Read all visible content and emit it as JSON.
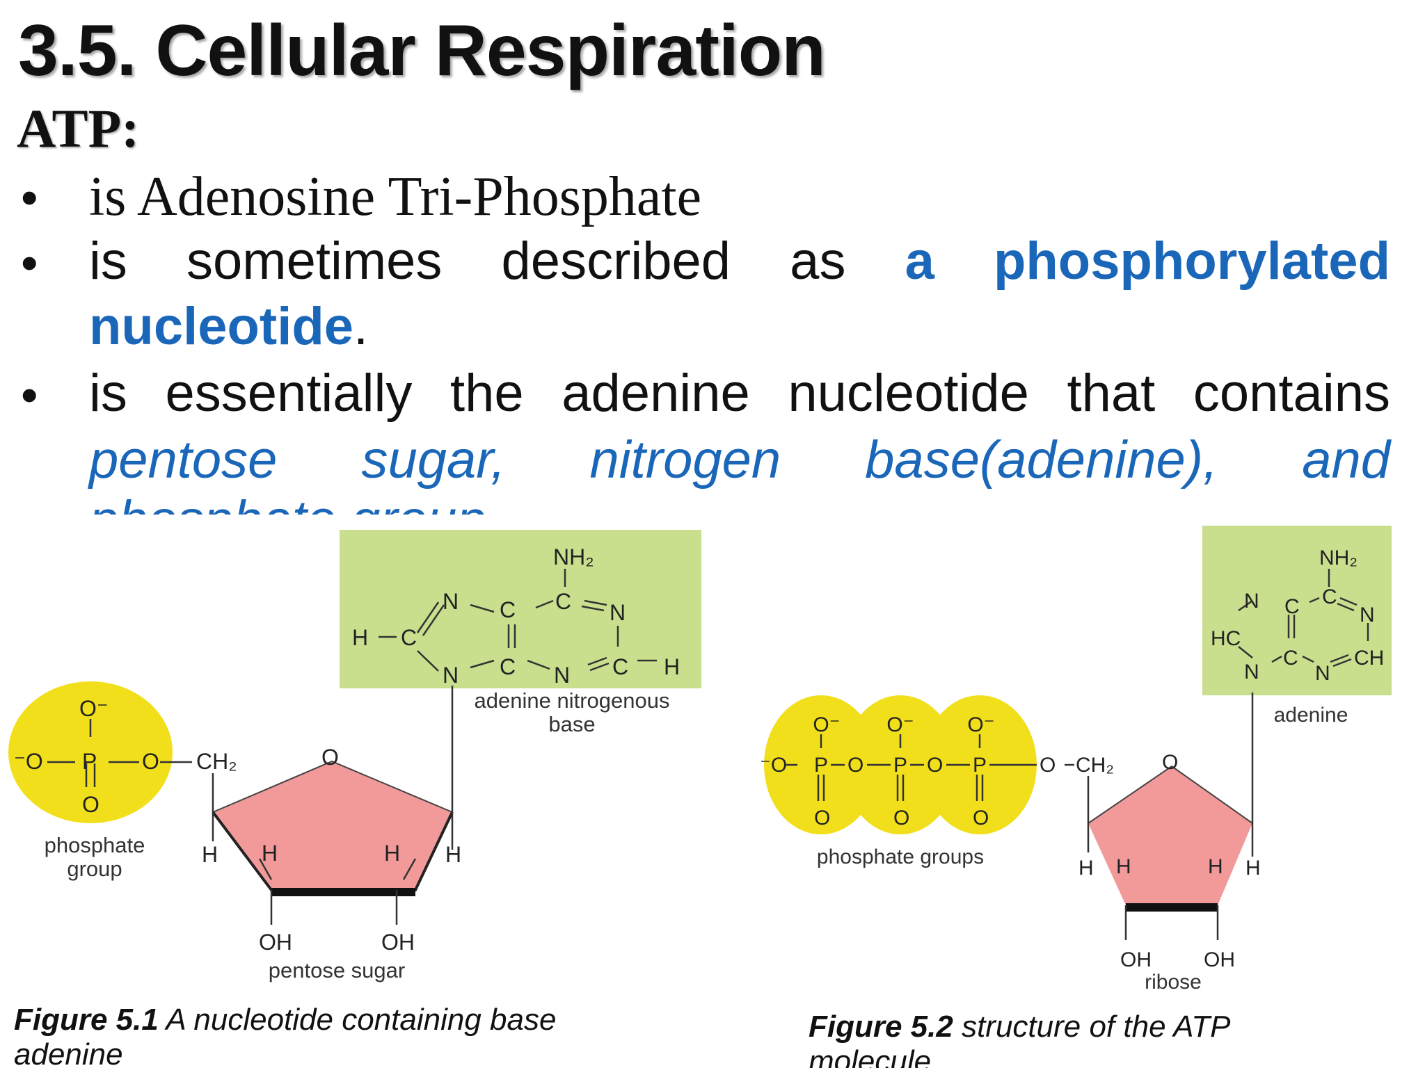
{
  "title": "3.5. Cellular Respiration",
  "subtitle": "ATP:",
  "bullet_symbol": "•",
  "bullets": {
    "b1": "is Adenosine Tri-Phosphate",
    "b2_words": [
      "is",
      "sometimes",
      "described",
      "as"
    ],
    "b2_highlight": [
      "a",
      "phosphorylated"
    ],
    "b2_line2_highlight": "nucleotide",
    "b2_line2_end": ".",
    "b3_words": [
      "is",
      "essentially",
      "the",
      "adenine",
      "nucleotide",
      "that",
      "contains"
    ],
    "b3_line2": [
      "pentose",
      "sugar,",
      "nitrogen",
      "base(adenine),",
      "and"
    ],
    "b3_line3": "phosphate group"
  },
  "fig1": {
    "nh2": "NH₂",
    "atoms": {
      "N": "N",
      "C": "C",
      "H": "H",
      "O": "O",
      "P": "P",
      "Ominus": "O⁻",
      "minusO": "⁻O",
      "ch2": "CH₂",
      "oh": "OH"
    },
    "adenine_label_1": "adenine nitrogenous",
    "adenine_label_2": "base",
    "phosphate_label_1": "phosphate",
    "phosphate_label_2": "group",
    "sugar_label": "pentose sugar",
    "caption_bold": "Figure 5.1",
    "caption_text": " A nucleotide containing base adenine"
  },
  "fig2": {
    "nh2": "NH₂",
    "hc": "HC",
    "ch": "CH",
    "adenine_label": "adenine",
    "phosphate_label": "phosphate groups",
    "sugar_label": "ribose",
    "caption_bold": "Figure 5.2",
    "caption_text": " structure of the ATP molecule"
  },
  "colors": {
    "adenine_box": "#c9df8e",
    "phosphate": "#f2df1c",
    "sugar": "#f29a9a",
    "highlight": "#1a66b8"
  }
}
